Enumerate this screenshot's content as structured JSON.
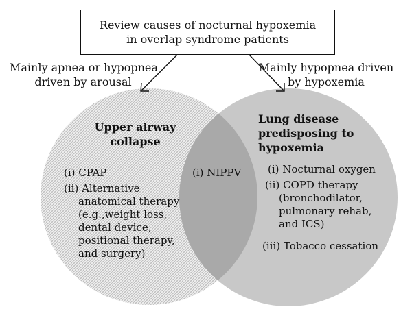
{
  "title": {
    "line1": "Review causes of nocturnal hypoxemia",
    "line2": "in overlap syndrome patients"
  },
  "left_branch_label": {
    "line1": "Mainly apnea or hypopnea",
    "line2": "driven by arousal"
  },
  "right_branch_label": {
    "line1": "Mainly hypopnea driven",
    "line2": "by hypoxemia"
  },
  "left_circle": {
    "heading": [
      "Upper airway",
      "collapse"
    ],
    "items": [
      [
        "(i) CPAP"
      ],
      [
        "(ii) Alternative",
        "anatomical therapy",
        "(e.g.,weight loss,",
        "dental device,",
        "positional therapy,",
        "and surgery)"
      ]
    ]
  },
  "overlap": {
    "item": "(i) NIPPV"
  },
  "right_circle": {
    "heading": [
      "Lung disease",
      "predisposing to",
      "hypoxemia"
    ],
    "items": [
      [
        "(i) Nocturnal oxygen"
      ],
      [
        "(ii) COPD therapy",
        "(bronchodilator,",
        "pulmonary rehab,",
        "and ICS)"
      ],
      [
        "(iii) Tobacco cessation"
      ]
    ]
  },
  "colors": {
    "right_circle_fill": "#c8c8c8",
    "overlap_fill": "#a9a9a9",
    "hatch_line": "#b4b4b4",
    "stroke": "#111111"
  }
}
